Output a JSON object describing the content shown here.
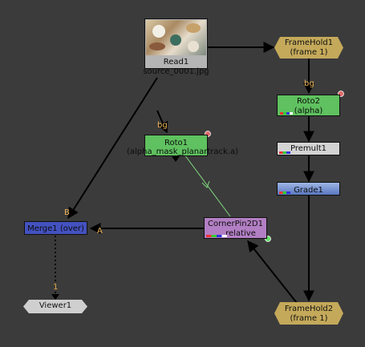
{
  "graph": {
    "nodes": {
      "read1": {
        "name": "Read1",
        "subtitle": "source_0001.jpg",
        "thumbnail_icon": "image-thumbnail"
      },
      "framehold1": {
        "name": "FrameHold1",
        "subtitle": "(frame 1)",
        "color": "#c4a95a"
      },
      "roto2": {
        "name": "Roto2",
        "subtitle": "(alpha)",
        "color": "#5fc15f"
      },
      "premult1": {
        "name": "Premult1",
        "color": "#d4d4d4"
      },
      "grade1": {
        "name": "Grade1",
        "color": "#6e8cc8"
      },
      "roto1": {
        "name": "Roto1",
        "subtitle": "(alpha_mask_planartrack.a)",
        "color": "#5fc15f"
      },
      "cornerpin": {
        "name": "CornerPin2D1",
        "subtitle": "relative",
        "color": "#b37fc4"
      },
      "merge1": {
        "name": "Merge1 (over)",
        "color": "#4452c0"
      },
      "viewer1": {
        "name": "Viewer1",
        "color": "#cfcfcf"
      },
      "framehold2": {
        "name": "FrameHold2",
        "subtitle": "(frame 1)",
        "color": "#c4a95a"
      }
    },
    "input_labels": {
      "roto2_bg": "bg",
      "roto1_bg": "bg",
      "merge_b": "B",
      "merge_a": "A",
      "viewer_input": "1"
    }
  }
}
